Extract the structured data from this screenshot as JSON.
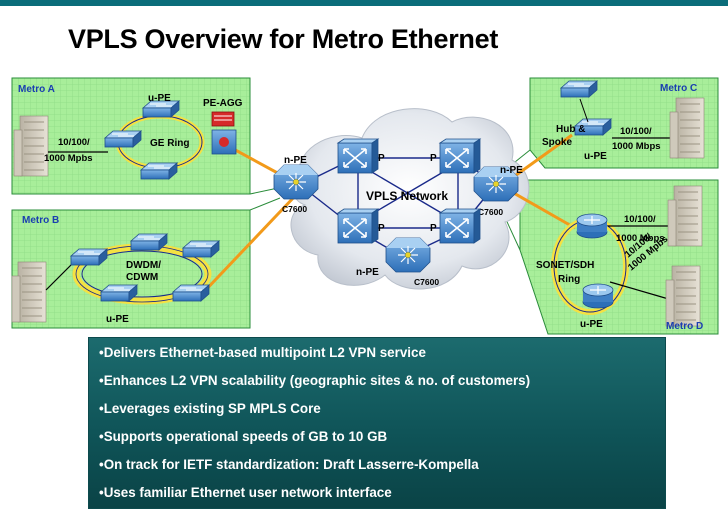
{
  "title": "VPLS Overview for Metro Ethernet",
  "metros": {
    "a": {
      "name": "Metro A",
      "speed": [
        "10/100/",
        "1000 Mpbs"
      ],
      "ring": "GE  Ring",
      "upe": "u-PE",
      "agg": "PE-AGG"
    },
    "b": {
      "name": "Metro B",
      "ring": [
        "DWDM/",
        "CDWM"
      ],
      "upe": "u-PE"
    },
    "c": {
      "name": "Metro C",
      "speed": [
        "10/100/",
        "1000 Mbps"
      ],
      "hub": [
        "Hub &",
        "Spoke"
      ],
      "upe": "u-PE"
    },
    "d": {
      "name": "Metro D",
      "speed1": [
        "10/100/",
        "1000 Mbps"
      ],
      "speed2": [
        "10/100/",
        "1000 Mpbs"
      ],
      "ring": [
        "SONET/SDH",
        "Ring"
      ],
      "upe": "u-PE"
    }
  },
  "core": {
    "network": "VPLS Network",
    "p": "P",
    "npe": "n-PE",
    "model": "C7600"
  },
  "bullets": [
    "•Delivers Ethernet-based multipoint L2 VPN service",
    "•Enhances L2 VPN scalability (geographic sites & no. of customers)",
    "•Leverages existing SP MPLS Core",
    "•Supports operational speeds of GB to 10 GB",
    "•On track for IETF standardization: Draft Lasserre-Kompella",
    "•Uses familiar Ethernet user network interface"
  ],
  "colors": {
    "metro_fill": "#9ee89e",
    "bullet_bg": "#0f5458",
    "link": "#f29a1a"
  }
}
